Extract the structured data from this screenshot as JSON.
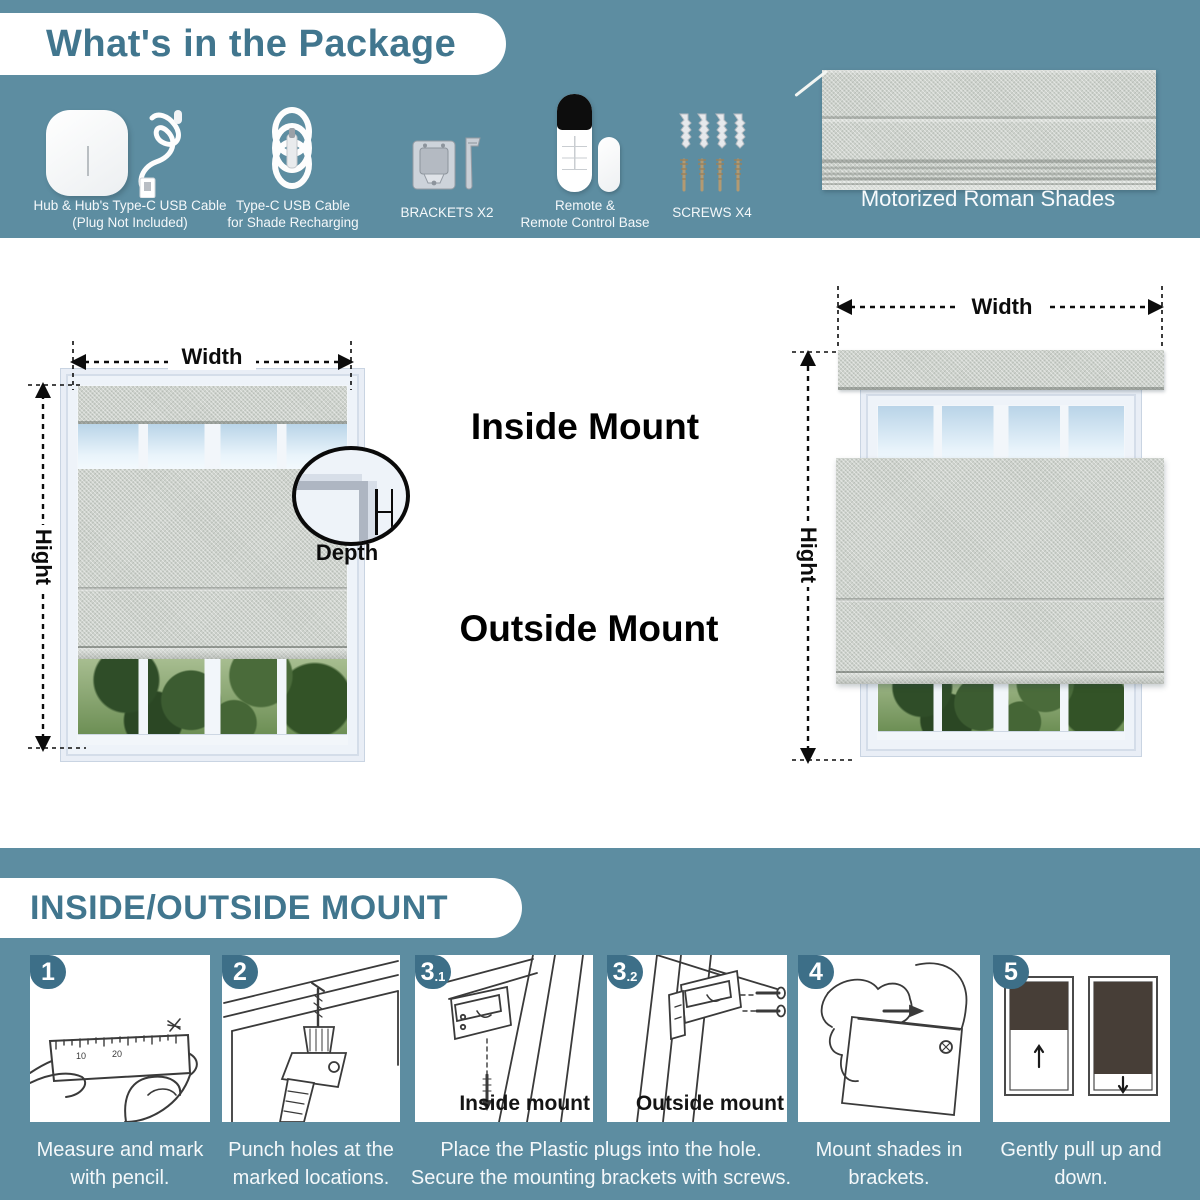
{
  "colors": {
    "background_teal": "#5d8da1",
    "accent_teal": "#41768e",
    "badge_teal": "#3d6f88",
    "fabric_gray": "#cdd2cc",
    "pulled_shade_brown": "#473e37"
  },
  "package": {
    "title": "What's in the Package",
    "items": [
      {
        "icon": "hub-and-cable-icon",
        "lines": [
          "Hub & Hub's Type-C USB Cable",
          "(Plug Not Included)"
        ]
      },
      {
        "icon": "usb-cable-coil-icon",
        "lines": [
          "Type-C USB Cable",
          "for Shade Recharging"
        ]
      },
      {
        "icon": "brackets-icon",
        "lines": [
          "BRACKETS X2"
        ]
      },
      {
        "icon": "remote-icon",
        "lines": [
          "Remote &",
          "Remote Control Base"
        ]
      },
      {
        "icon": "screws-icon",
        "lines": [
          "SCREWS X4"
        ]
      },
      {
        "icon": "roman-shade-icon",
        "lines": [
          "Motorized Roman Shades"
        ]
      }
    ]
  },
  "diagrams": {
    "width_label": "Width",
    "height_label": "Hight",
    "depth_label": "Depth",
    "inside_mount_title": "Inside Mount",
    "outside_mount_title": "Outside Mount"
  },
  "install": {
    "title": "INSIDE/OUTSIDE MOUNT",
    "steps": [
      {
        "badge": "1",
        "badge_sub": "",
        "caption": [
          "Measure and mark",
          "with pencil."
        ],
        "ruler_marks": [
          "10",
          "20"
        ]
      },
      {
        "badge": "2",
        "badge_sub": "",
        "caption": [
          "Punch holes at the",
          "marked locations."
        ]
      },
      {
        "badge": "3",
        "badge_sub": ".1",
        "inner_label": "Inside mount"
      },
      {
        "badge": "3",
        "badge_sub": ".2",
        "inner_label": "Outside mount"
      },
      {
        "badge": "4",
        "badge_sub": "",
        "caption": [
          "Mount shades in",
          "brackets."
        ]
      },
      {
        "badge": "5",
        "badge_sub": "",
        "caption": [
          "Gently pull up and",
          "down."
        ]
      }
    ],
    "step3_caption": [
      "Place the Plastic plugs into the hole.",
      "Secure the mounting brackets with screws."
    ]
  }
}
